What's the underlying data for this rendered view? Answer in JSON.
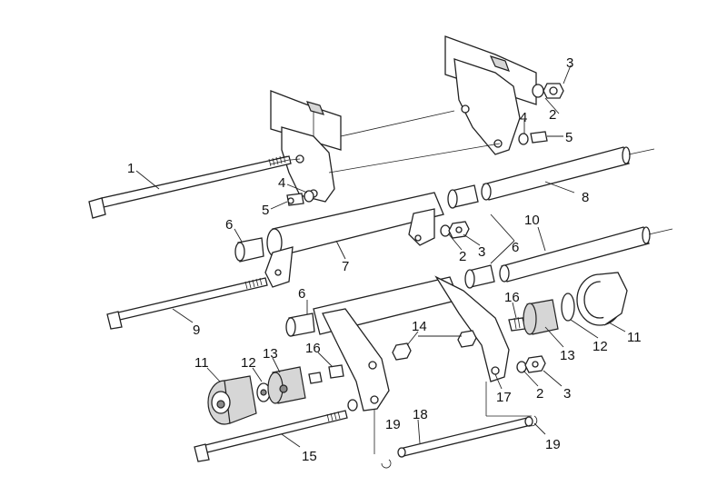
{
  "diagram": {
    "labels": [
      "1",
      "2",
      "3",
      "4",
      "5",
      "6",
      "7",
      "8",
      "9",
      "10",
      "11",
      "12",
      "13",
      "14",
      "15",
      "16",
      "17",
      "18",
      "19"
    ],
    "callouts": {
      "n1": "1",
      "n2a": "2",
      "n2b": "2",
      "n2c": "2",
      "n3a": "3",
      "n3b": "3",
      "n3c": "3",
      "n4a": "4",
      "n4b": "4",
      "n5a": "5",
      "n5b": "5",
      "n6a": "6",
      "n6b": "6",
      "n6c": "6",
      "n7": "7",
      "n8": "8",
      "n9": "9",
      "n10": "10",
      "n11a": "11",
      "n11b": "11",
      "n12a": "12",
      "n12b": "12",
      "n13a": "13",
      "n13b": "13",
      "n14": "14",
      "n15": "15",
      "n16a": "16",
      "n16b": "16",
      "n17": "17",
      "n18": "18",
      "n19a": "19",
      "n19b": "19"
    }
  }
}
